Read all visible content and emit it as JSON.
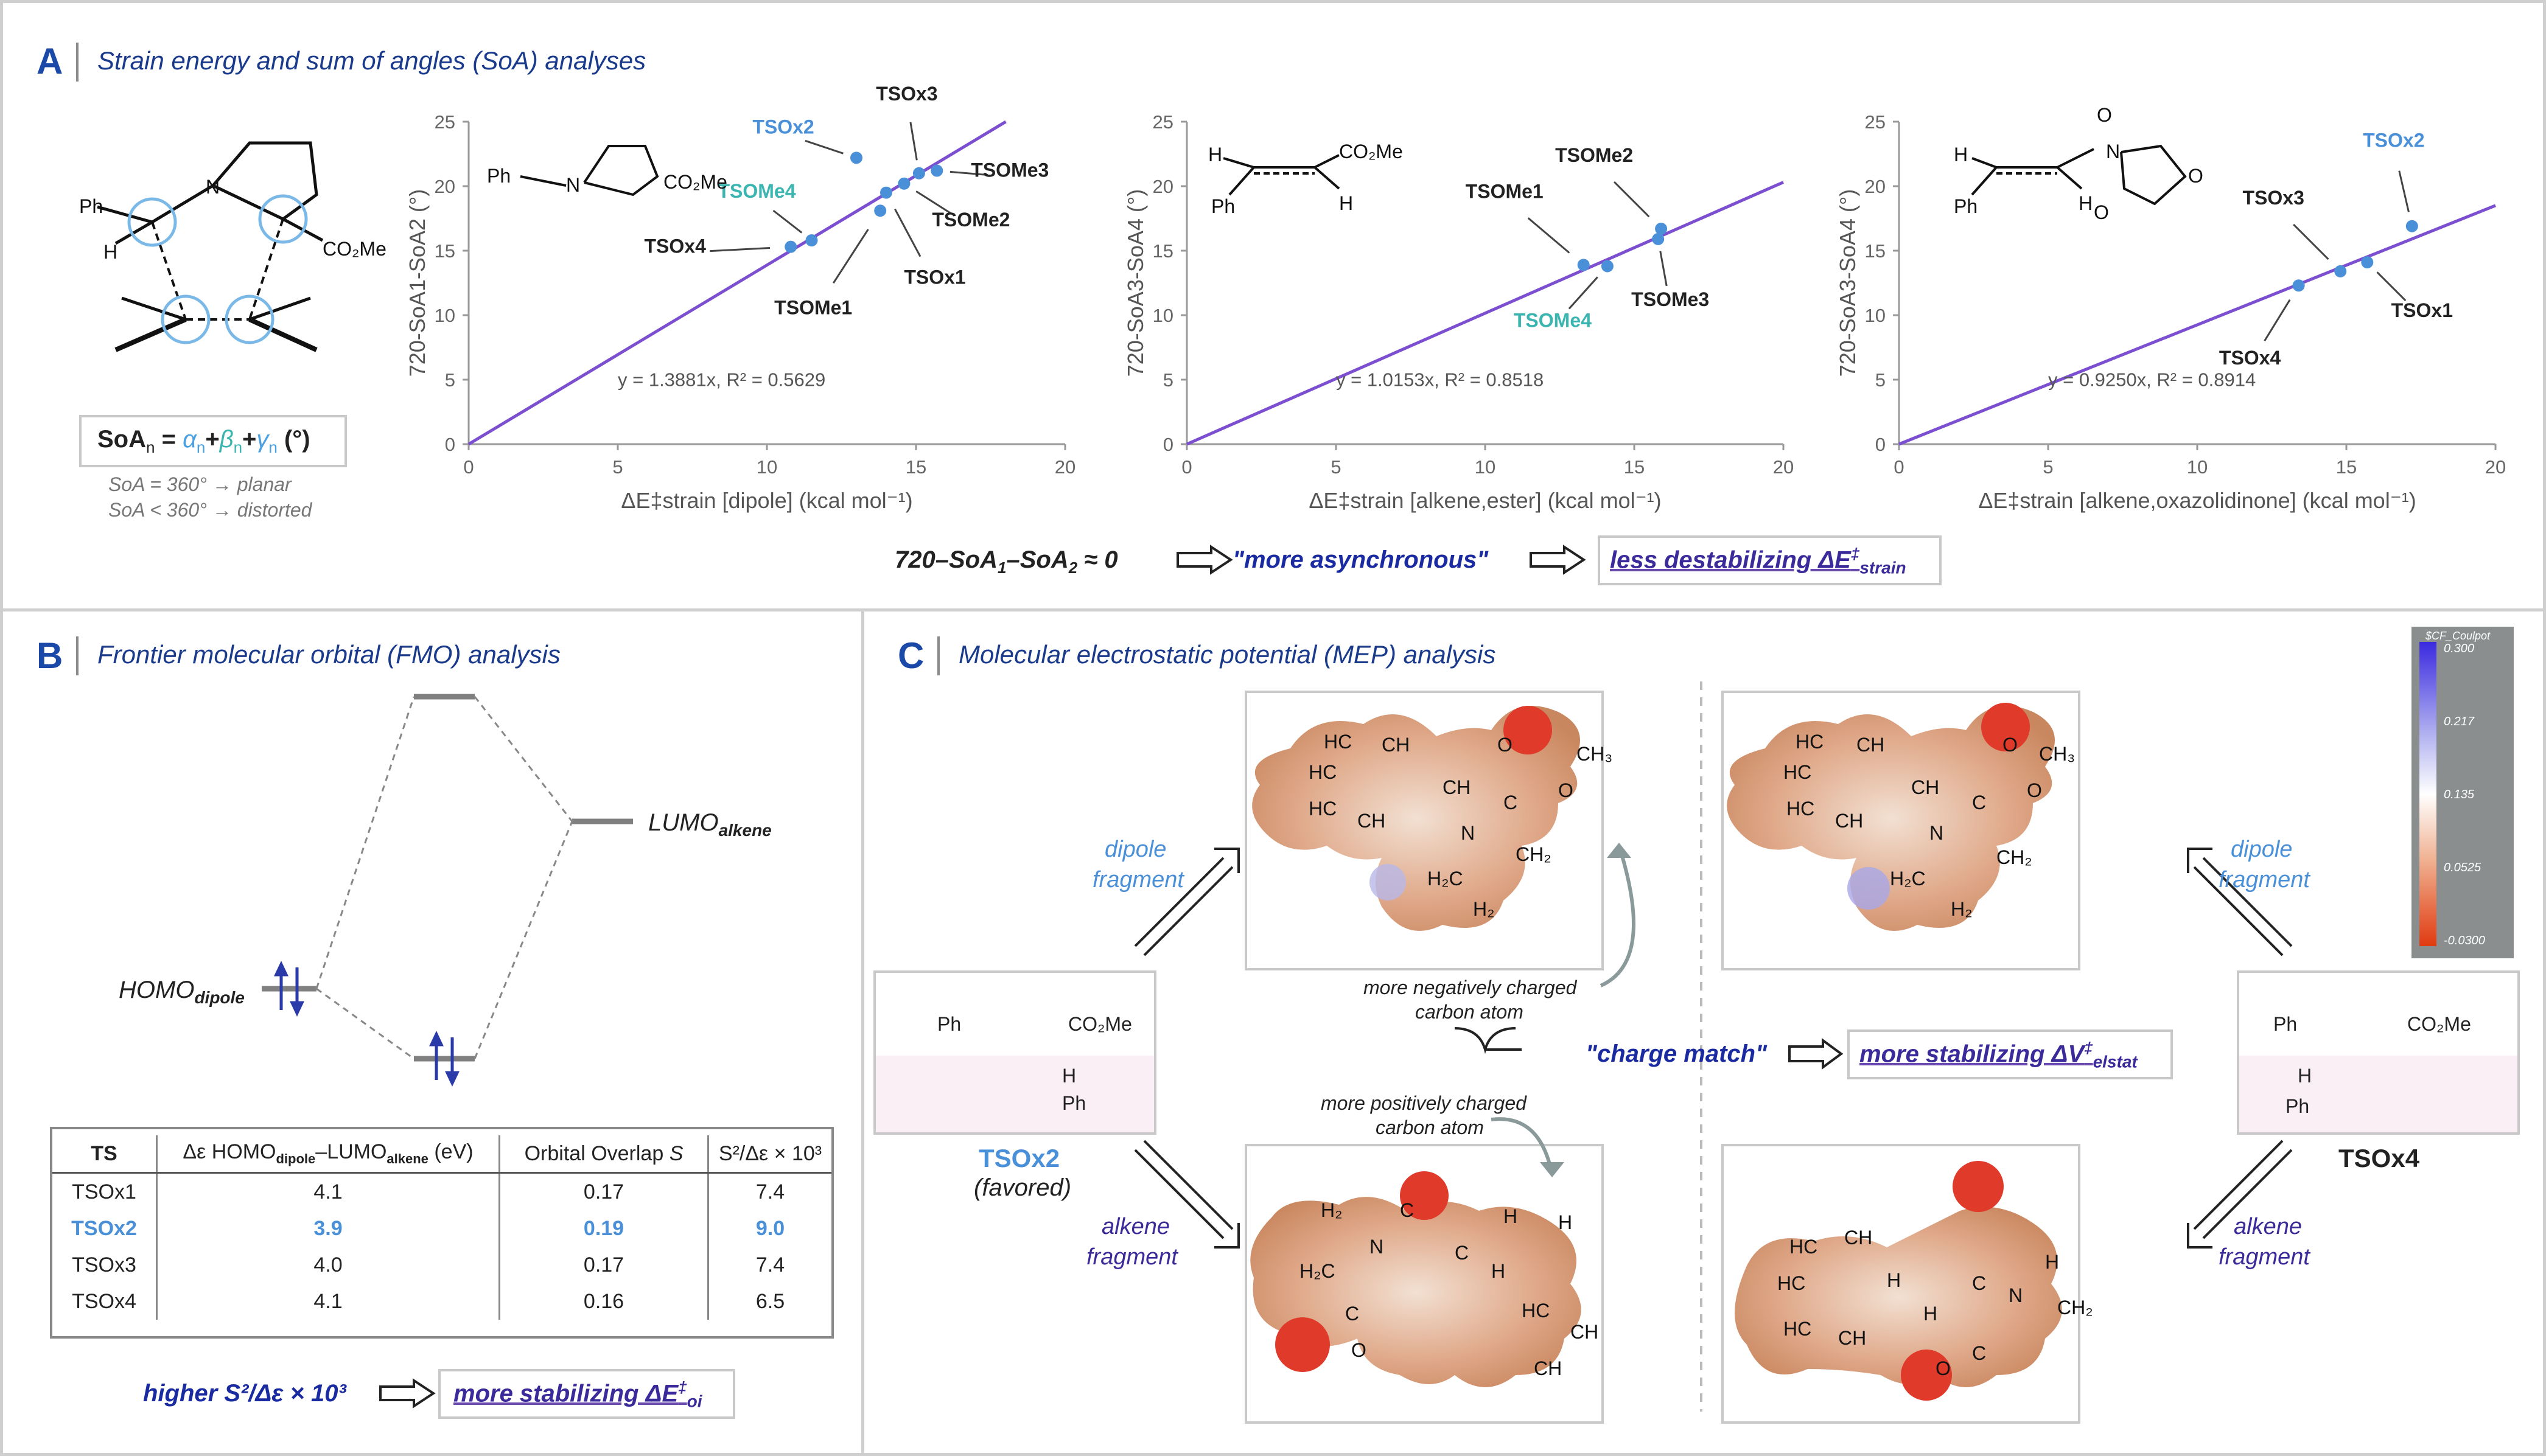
{
  "panelA": {
    "letter": "A",
    "title": "Strain energy and sum of angles (SoA) analyses",
    "soa_formula": {
      "prefix": "SoA",
      "sub": "n",
      "eq": " = ",
      "a": "α",
      "b": "β",
      "g": "γ",
      "n": "n",
      "unit": " (°)",
      "plus": "+"
    },
    "soa_note1": "SoA = 360° → planar",
    "soa_note2": "SoA < 360° → distorted",
    "bottom": {
      "expr": "720–SoA",
      "expr_tail": "≈ 0",
      "mid": "\"more asynchronous\"",
      "result": "less destabilizing ΔE",
      "result_sub": "strain"
    }
  },
  "chart_data": [
    {
      "type": "scatter",
      "xlim": [
        0,
        20
      ],
      "ylim": [
        0,
        25
      ],
      "xticks": [
        "0",
        "5",
        "10",
        "15",
        "20"
      ],
      "yticks": [
        "0",
        "5",
        "10",
        "15",
        "20",
        "25"
      ],
      "xlabel": "ΔE‡strain [dipole] (kcal mol⁻¹)",
      "ylabel": "720-SoA1-SoA2 (°)",
      "equation": "y = 1.3881x, R² = 0.5629",
      "slope": 1.3881,
      "points": [
        {
          "name": "TSOx2",
          "x": 13.0,
          "y": 22.2,
          "color": "#4a90d9"
        },
        {
          "name": "TSOx3",
          "x": 15.1,
          "y": 21.0,
          "color": "#4a90d9"
        },
        {
          "name": "TSOMe3",
          "x": 15.7,
          "y": 21.2,
          "color": "#4a90d9"
        },
        {
          "name": "TSOMe2",
          "x": 14.6,
          "y": 20.2,
          "color": "#4a90d9"
        },
        {
          "name": "TSOx1",
          "x": 14.0,
          "y": 19.5,
          "color": "#4a90d9"
        },
        {
          "name": "TSOMe1",
          "x": 13.8,
          "y": 18.1,
          "color": "#4a90d9"
        },
        {
          "name": "TSOMe4",
          "x": 11.5,
          "y": 15.8,
          "color": "#4a90d9"
        },
        {
          "name": "TSOx4",
          "x": 10.8,
          "y": 15.3,
          "color": "#4a90d9"
        }
      ],
      "molecule": {
        "ph": "Ph",
        "n": "N",
        "co": "CO₂Me"
      }
    },
    {
      "type": "scatter",
      "xlim": [
        0,
        20
      ],
      "ylim": [
        0,
        25
      ],
      "xticks": [
        "0",
        "5",
        "10",
        "15",
        "20"
      ],
      "yticks": [
        "0",
        "5",
        "10",
        "15",
        "20",
        "25"
      ],
      "xlabel": "ΔE‡strain [alkene,ester] (kcal mol⁻¹)",
      "ylabel": "720-SoA3-SoA4 (°)",
      "equation": "y = 1.0153x, R² = 0.8518",
      "slope": 1.0153,
      "points": [
        {
          "name": "TSOMe1",
          "x": 13.3,
          "y": 13.9,
          "color": "#4a90d9"
        },
        {
          "name": "TSOMe4",
          "x": 14.1,
          "y": 13.8,
          "color": "#4a90d9"
        },
        {
          "name": "TSOMe2",
          "x": 15.9,
          "y": 16.7,
          "color": "#4a90d9"
        },
        {
          "name": "TSOMe3",
          "x": 15.8,
          "y": 15.9,
          "color": "#4a90d9"
        }
      ],
      "molecule": {
        "h1": "H",
        "ph": "Ph",
        "co": "CO₂Me",
        "h2": "H"
      }
    },
    {
      "type": "scatter",
      "xlim": [
        0,
        20
      ],
      "ylim": [
        0,
        25
      ],
      "xticks": [
        "0",
        "5",
        "10",
        "15",
        "20"
      ],
      "yticks": [
        "0",
        "5",
        "10",
        "15",
        "20",
        "25"
      ],
      "xlabel": "ΔE‡strain [alkene,oxazolidinone] (kcal mol⁻¹)",
      "ylabel": "720-SoA3-SoA4 (°)",
      "equation": "y = 0.9250x, R² = 0.8914",
      "slope": 0.925,
      "points": [
        {
          "name": "TSOx2",
          "x": 17.2,
          "y": 16.9,
          "color": "#4a90d9"
        },
        {
          "name": "TSOx3",
          "x": 14.8,
          "y": 13.4,
          "color": "#4a90d9"
        },
        {
          "name": "TSOx1",
          "x": 15.7,
          "y": 14.1,
          "color": "#4a90d9"
        },
        {
          "name": "TSOx4",
          "x": 13.4,
          "y": 12.3,
          "color": "#4a90d9"
        }
      ],
      "molecule": {
        "h1": "H",
        "ph": "Ph",
        "h2": "H",
        "n": "N",
        "o1": "O",
        "o2": "O",
        "o3": "O"
      }
    }
  ],
  "panelB": {
    "letter": "B",
    "title": "Frontier molecular orbital (FMO) analysis",
    "homo": "HOMO",
    "homo_sub": "dipole",
    "lumo": "LUMO",
    "lumo_sub": "alkene",
    "table": {
      "headers": [
        "TS",
        "Δε HOMO",
        "dipole",
        "–LUMO",
        "alkene",
        " (eV)",
        "Orbital Overlap ",
        "S",
        "S²/Δε × 10³"
      ],
      "rows": [
        {
          "ts": "TSOx1",
          "de": "4.1",
          "s": "0.17",
          "r": "7.4",
          "hl": false
        },
        {
          "ts": "TSOx2",
          "de": "3.9",
          "s": "0.19",
          "r": "9.0",
          "hl": true
        },
        {
          "ts": "TSOx3",
          "de": "4.0",
          "s": "0.17",
          "r": "7.4",
          "hl": false
        },
        {
          "ts": "TSOx4",
          "de": "4.1",
          "s": "0.16",
          "r": "6.5",
          "hl": false
        }
      ]
    },
    "bottom": {
      "left": "higher S²/Δε × 10³",
      "result": "more stabilizing ΔE",
      "result_sub": "oi"
    }
  },
  "panelC": {
    "letter": "C",
    "title": "Molecular electrostatic potential (MEP) analysis",
    "ts_left": "TSOx2",
    "ts_left_note": "(favored)",
    "ts_right": "TSOx4",
    "dipole_frag": [
      "dipole",
      "fragment"
    ],
    "alkene_frag": [
      "alkene",
      "fragment"
    ],
    "neg_note": [
      "more negatively charged",
      "carbon atom"
    ],
    "pos_note": [
      "more positively charged",
      "carbon atom"
    ],
    "charge_match": "\"charge match\"",
    "result": "more stabilizing ΔV",
    "result_sub": "elstat",
    "colorbar": {
      "title": "$CF_Coulpot",
      "ticks": [
        "0.300",
        "0.217",
        "0.135",
        "0.0525",
        "-0.0300"
      ]
    },
    "atoms": {
      "hc": "HC",
      "ch": "CH",
      "c": "C",
      "o": "O",
      "n": "N",
      "h": "H",
      "ch3": "CH₃",
      "ch2": "CH₂",
      "h2c": "H₂C",
      "h2": "H₂",
      "ph": "Ph",
      "co2me": "CO₂Me"
    }
  }
}
